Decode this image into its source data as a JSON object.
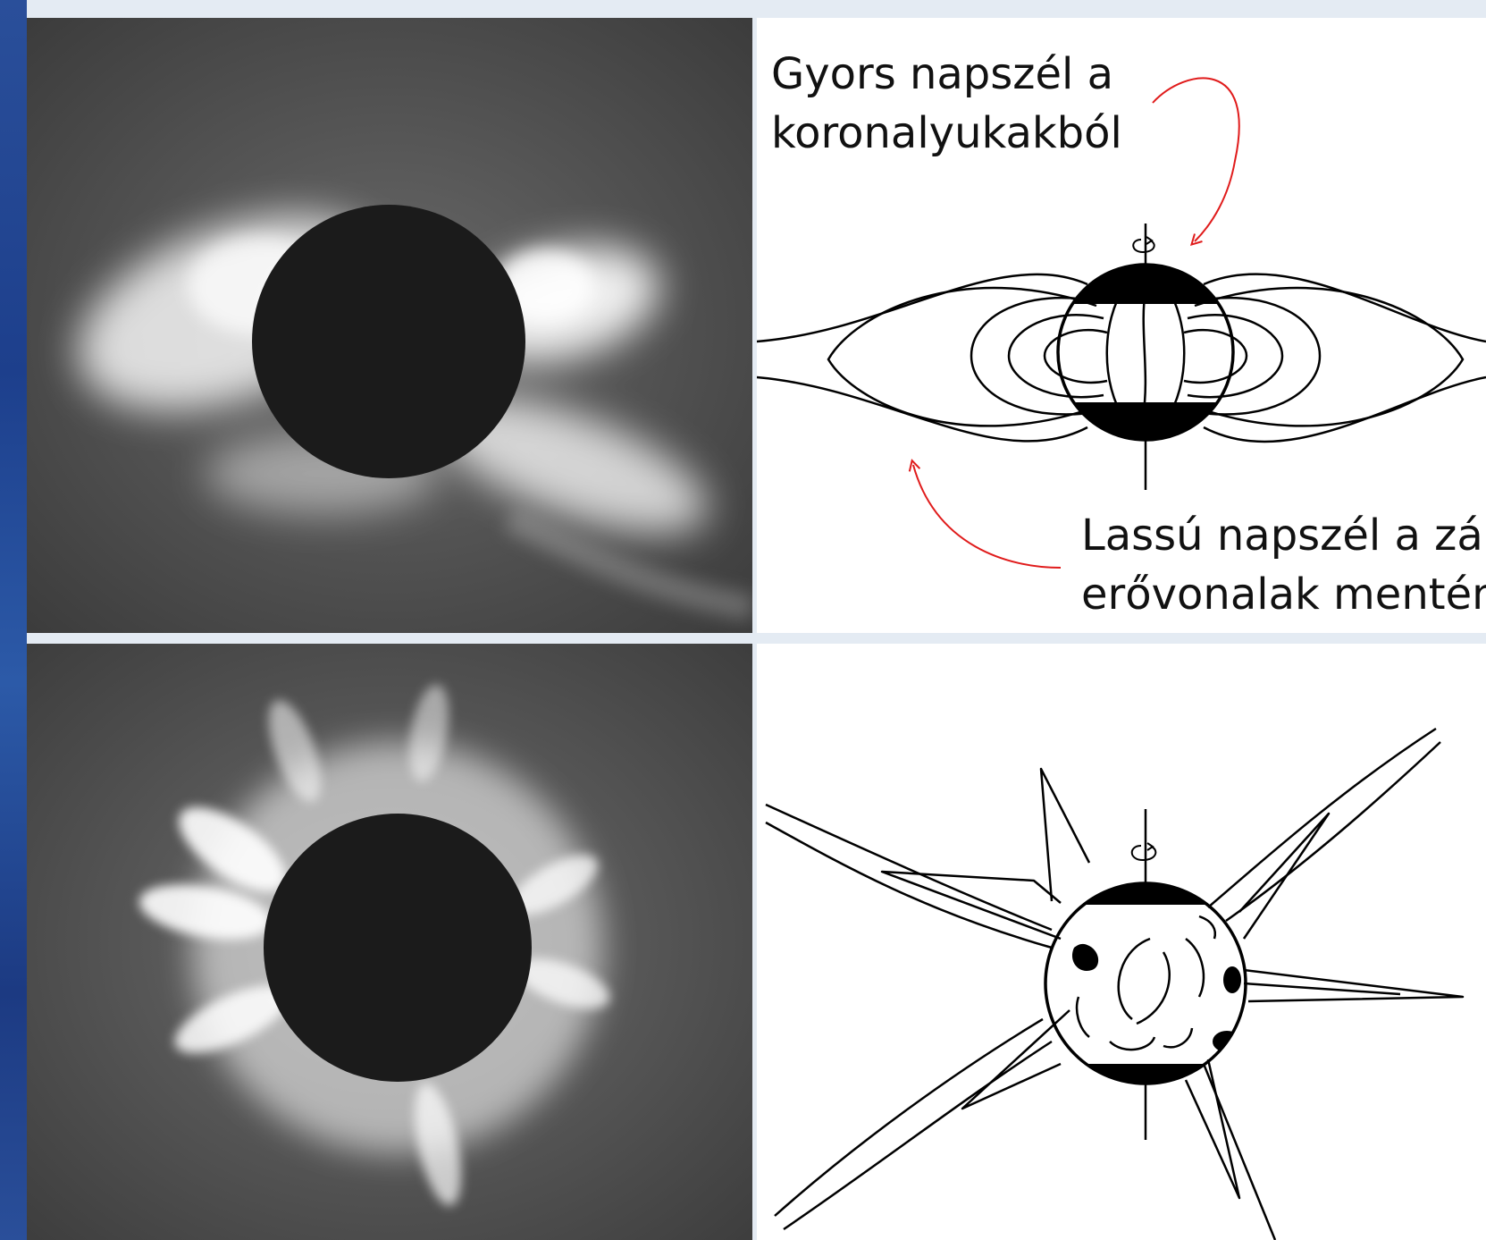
{
  "labels": {
    "fast_wind": [
      "Gyors napszél a",
      "koronalyukakból"
    ],
    "slow_wind": [
      "Lassú napszél a zár",
      "erővonalak mentén"
    ]
  },
  "colors": {
    "slide_background": "#e4ebf3",
    "starfield": "#1d3f8c",
    "photo_background": "#4b4b4b",
    "corona": "#ffffff",
    "moon_disk": "#1b1b1b",
    "annotation_arrow": "#e01b1b",
    "drawing_line": "#000000"
  },
  "icons": {
    "rotation": "rotation-arrow-icon"
  }
}
